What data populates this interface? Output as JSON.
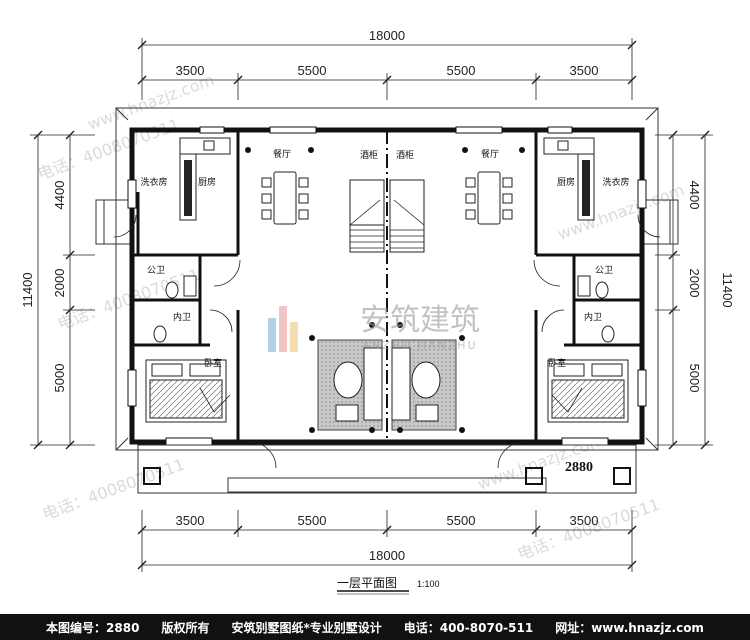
{
  "dimensions": {
    "total_width": "18000",
    "bays": [
      "3500",
      "5500",
      "5500",
      "3500"
    ],
    "depth_total": "11400",
    "depth_segments": [
      "4400",
      "2000",
      "5000"
    ]
  },
  "rooms": {
    "laundry": "洗衣房",
    "kitchen": "厨房",
    "dining": "餐厅",
    "wine_cabinet": "酒柜",
    "public_bath": "公卫",
    "private_bath": "内卫",
    "bedroom": "卧室"
  },
  "plan_number_label": "2880",
  "plan_title": "一层平面图",
  "scale": "1:100",
  "watermark": {
    "logo_cn": "安筑建筑",
    "logo_en": "ANZHU JIANZHU",
    "phone": "电话：4008070511",
    "site": "www.hnazjz.com"
  },
  "footer": {
    "plan_no": "本图编号：2880",
    "copyright": "版权所有",
    "slogan": "安筑别墅图纸*专业别墅设计",
    "phone": "电话：400-8070-511",
    "site": "网址：www.hnazjz.com"
  }
}
